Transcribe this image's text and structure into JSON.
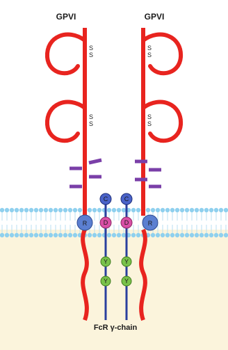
{
  "labels": {
    "left_receptor": "GPVI",
    "right_receptor": "GPVI",
    "chain": "FcR γ-chain",
    "disulfide": "S S"
  },
  "nodes": {
    "c": "C",
    "d": "D",
    "r": "R",
    "y": "Y"
  },
  "colors": {
    "receptor_red": "#e8241f",
    "chain_blue": "#2a3f9e",
    "immunoglobulin_purple": "#7a3fa8",
    "membrane_cyan": "#8fd0ee",
    "cytoplasm": "#fbf4dc",
    "node_c": "#4a63c9",
    "node_d": "#d94fa6",
    "node_r": "#5b7fd1",
    "node_y": "#79c24a"
  }
}
